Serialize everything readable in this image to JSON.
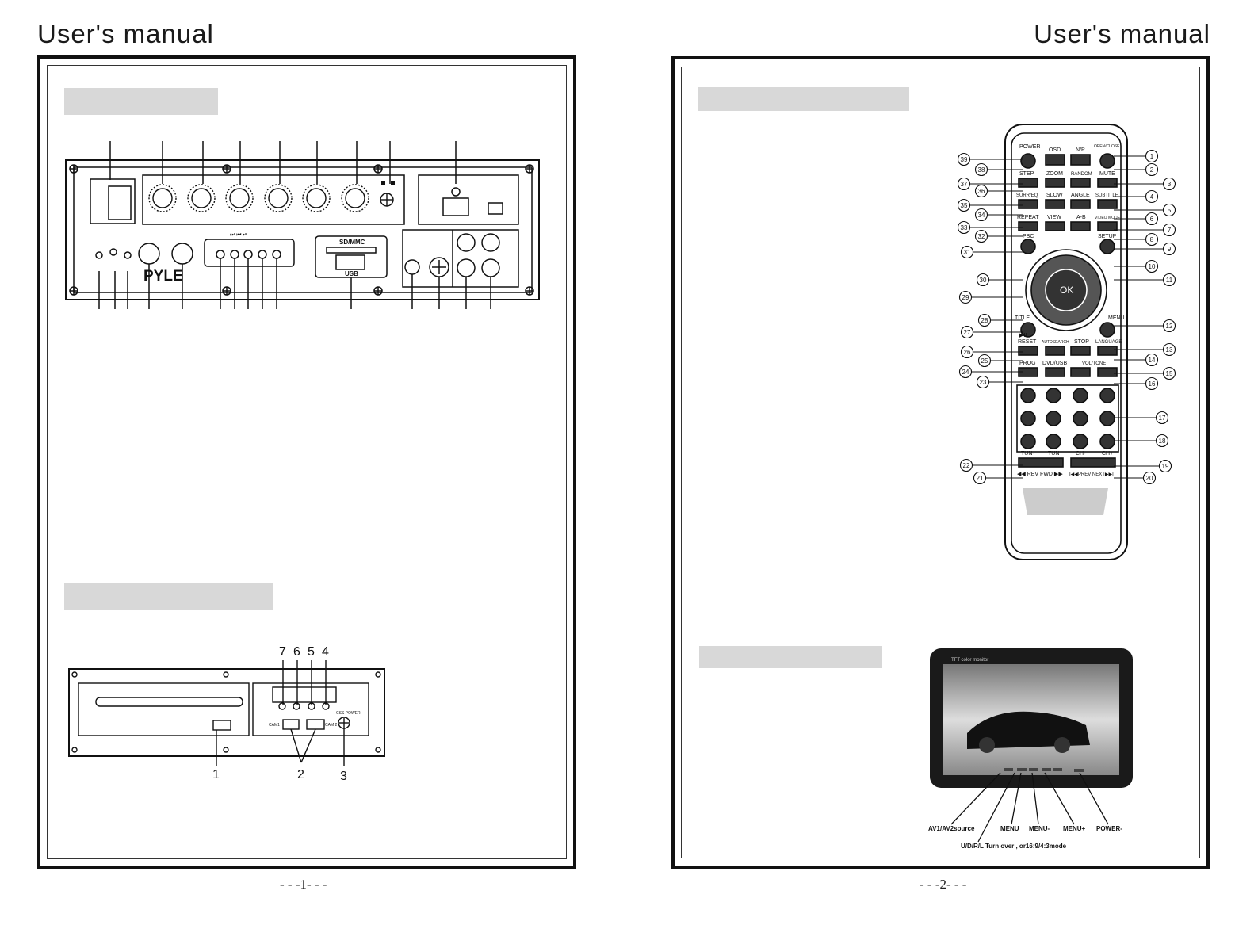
{
  "header": {
    "left_title": "User's manual",
    "right_title": "User's manual"
  },
  "page_numbers": {
    "left": "- - -1- - -",
    "right": "- - -2- - -"
  },
  "amp_panel": {
    "brand": "PYLE",
    "card_label": "SD/MMC",
    "usb_label": "USB"
  },
  "dvd_panel": {
    "top_callouts": [
      "7",
      "6",
      "5",
      "4"
    ],
    "bottom_callouts": [
      "1",
      "2",
      "3"
    ],
    "cam_left": "CAM1",
    "cam_right": "CAM 2",
    "power_label": "CSS POWER"
  },
  "remote": {
    "row1": [
      "POWER",
      "OSD",
      "N/P",
      "OPEN/CLOSE"
    ],
    "row2": [
      "STEP",
      "ZOOM",
      "RANDOM",
      "MUTE"
    ],
    "row3": [
      "SURR/EQ",
      "SLOW",
      "ANGLE",
      "SUBTITLE"
    ],
    "row4": [
      "REPEAT",
      "VIEW",
      "A-B",
      "VIDEO MODE"
    ],
    "pbc": "PBC",
    "setup": "SETUP",
    "ok": "OK",
    "title": "TITLE",
    "menu": "MENU",
    "play_pause": "▶II",
    "row5": [
      "RESET",
      "AUTOSEARCH",
      "STOP",
      "LANGUAGE"
    ],
    "row6": [
      "PROG",
      "DVD/USB",
      "VOL/TONE"
    ],
    "tuning": [
      "TUN-",
      "TUN+",
      "CH-",
      "CH+"
    ],
    "rev_fwd": "◀◀ REV  FWD ▶▶",
    "prev_next": "I◀◀PREV NEXT▶▶I",
    "callouts_right": [
      "1",
      "2",
      "3",
      "4",
      "5",
      "6",
      "7",
      "8",
      "9",
      "10",
      "11",
      "12",
      "13",
      "14",
      "15",
      "16",
      "17",
      "18",
      "19",
      "20"
    ],
    "callouts_left": [
      "39",
      "38",
      "37",
      "36",
      "35",
      "34",
      "33",
      "32",
      "31",
      "30",
      "29",
      "28",
      "27",
      "26",
      "25",
      "24",
      "23",
      "22",
      "21"
    ]
  },
  "monitor": {
    "screen_caption": "TFT color monitor",
    "labels": {
      "av": "AV1/AV2source",
      "menu": "MENU",
      "menu_minus": "MENU-",
      "menu_plus": "MENU+",
      "power": "POWER-",
      "turn": "U/D/R/L Turn over , or16:9/4:3mode"
    }
  }
}
